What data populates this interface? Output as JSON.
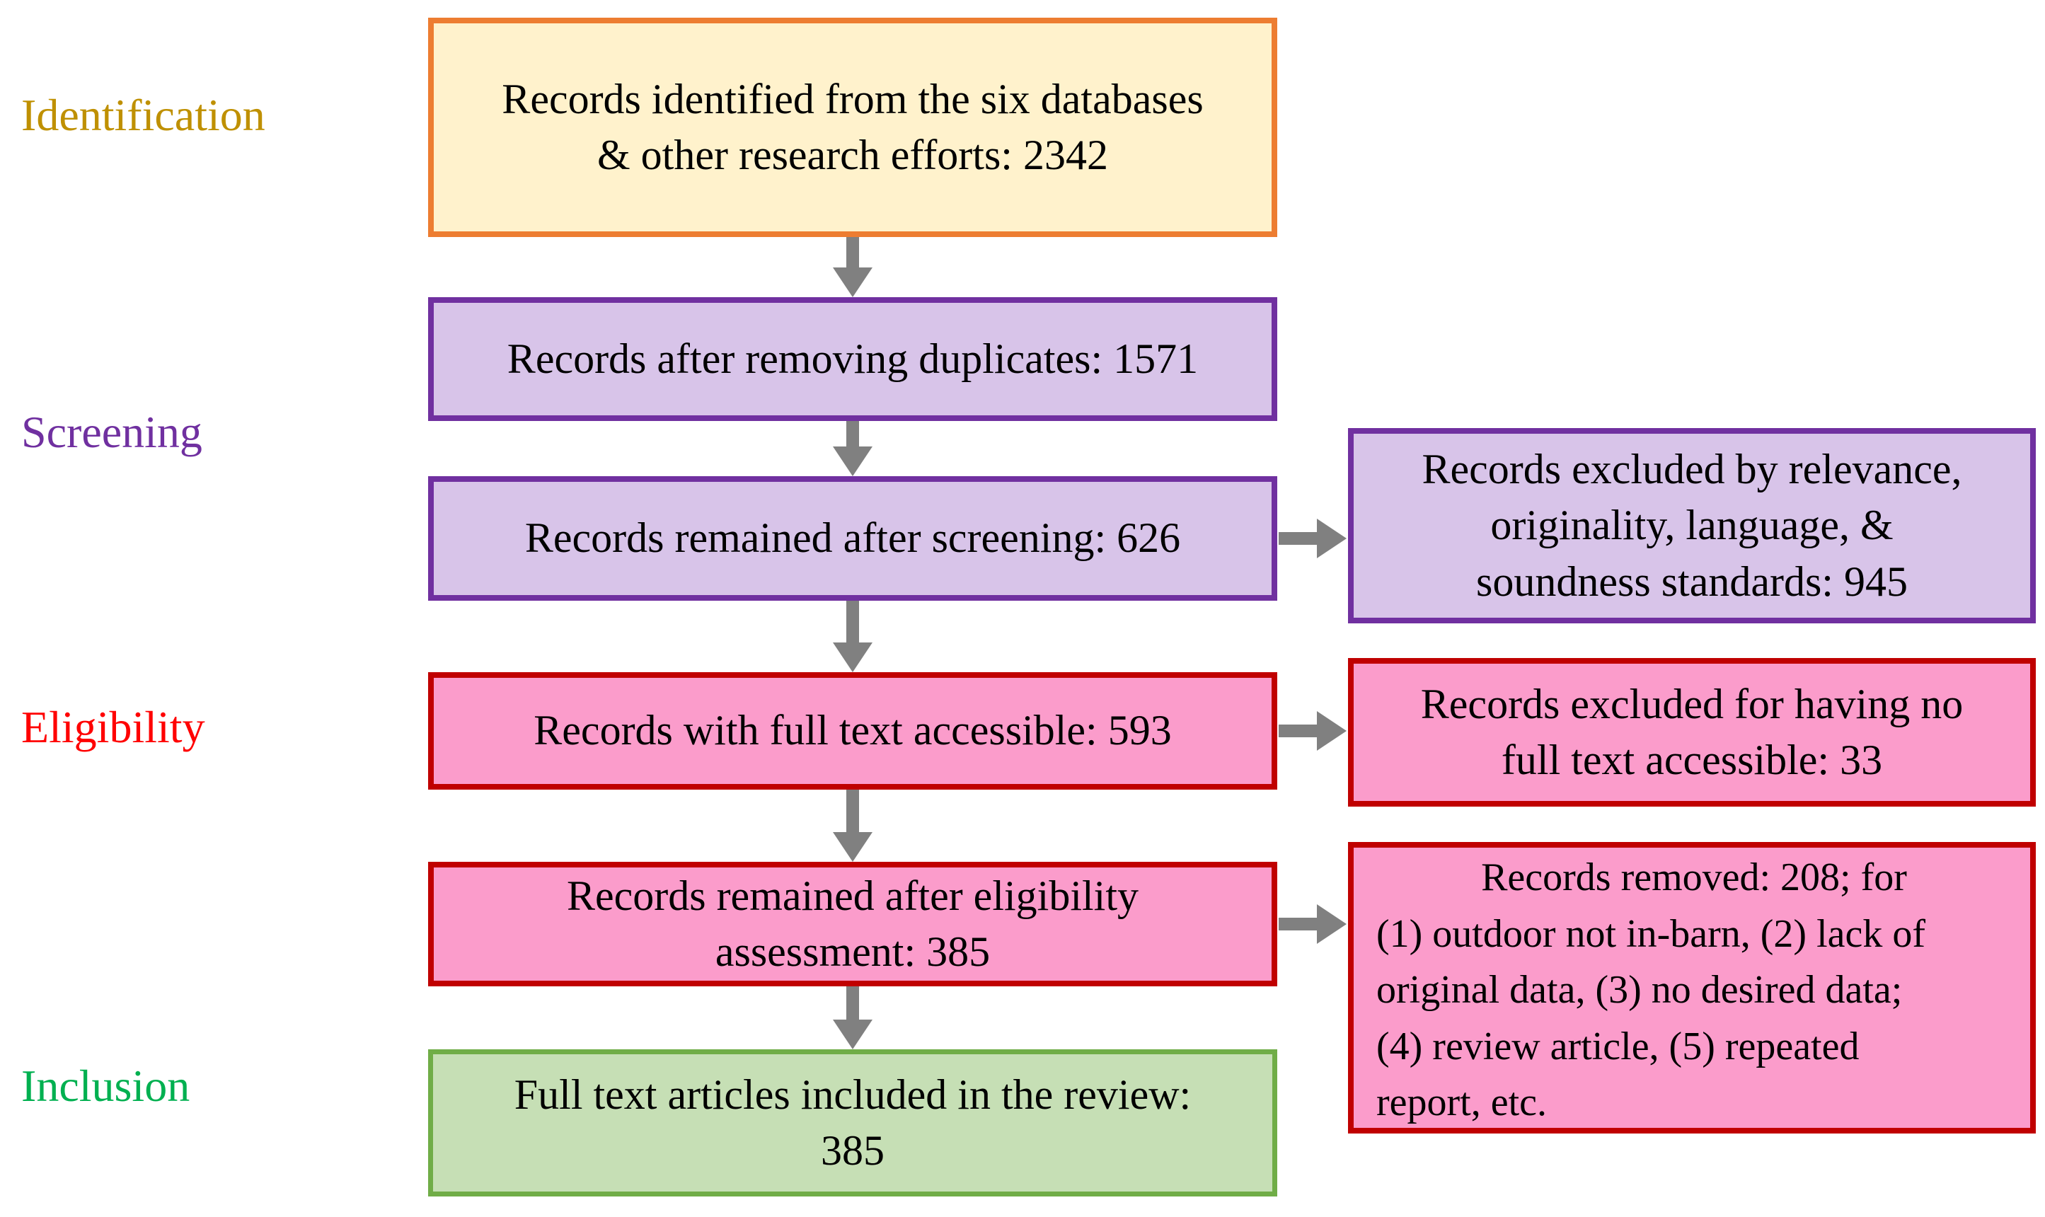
{
  "stages": [
    {
      "label": "Identification",
      "color": "#BF9000"
    },
    {
      "label": "Screening",
      "color": "#7030A0"
    },
    {
      "label": "Eligibility",
      "color": "#FF0000"
    },
    {
      "label": "Inclusion",
      "color": "#00B050"
    }
  ],
  "main_flow": [
    {
      "name": "records-identified",
      "count": 2342,
      "lines": [
        "Records identified from the six databases",
        "& other research efforts: 2342"
      ]
    },
    {
      "name": "records-after-duplicates",
      "count": 1571,
      "lines": [
        "Records after removing duplicates: 1571"
      ]
    },
    {
      "name": "records-after-screening",
      "count": 626,
      "lines": [
        "Records remained after screening: 626"
      ]
    },
    {
      "name": "records-full-text-accessible",
      "count": 593,
      "lines": [
        "Records with full text accessible: 593"
      ]
    },
    {
      "name": "records-after-eligibility",
      "count": 385,
      "lines": [
        "Records remained after eligibility",
        "assessment: 385"
      ]
    },
    {
      "name": "full-text-included",
      "count": 385,
      "lines": [
        "Full text articles included in the review:",
        "385"
      ]
    }
  ],
  "exclusions": [
    {
      "name": "excluded-by-standards",
      "count": 945,
      "lines": [
        "Records excluded by relevance,",
        "originality, language, &",
        "soundness standards: 945"
      ]
    },
    {
      "name": "excluded-no-full-text",
      "count": 33,
      "lines": [
        "Records excluded for having no",
        "full text accessible: 33"
      ]
    },
    {
      "name": "removed-at-eligibility",
      "count": 208,
      "heading": "Records removed: 208; for",
      "body_lines": [
        "(1) outdoor not in-barn, (2) lack of",
        "original data, (3) no desired data;",
        "(4) review article, (5) repeated",
        "report, etc."
      ]
    }
  ],
  "palette": {
    "identification_box_fill": "#FFF2CC",
    "identification_box_border": "#ED7D31",
    "screening_box_fill": "#D8C4E9",
    "screening_box_border": "#7030A0",
    "eligibility_box_fill": "#FB9CCB",
    "eligibility_box_border": "#C00000",
    "inclusion_box_fill": "#C6DFB5",
    "inclusion_box_border": "#70AD47",
    "arrow_color": "#808080",
    "text_color": "#000000",
    "background": "#FFFFFF"
  }
}
